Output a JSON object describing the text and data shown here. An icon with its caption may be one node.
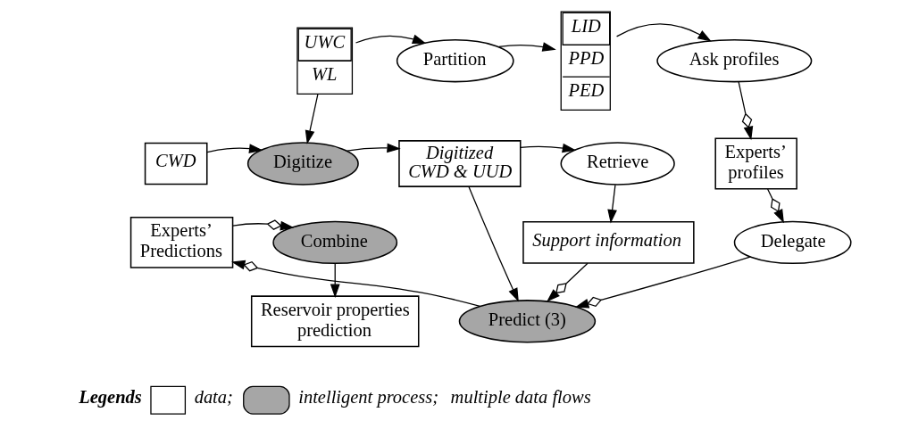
{
  "diagram": {
    "nodes": [
      {
        "text": [
          "UWC",
          "WL"
        ]
      },
      {
        "text": [
          "Partition"
        ]
      },
      {
        "text": [
          "LID",
          "PPD",
          "PED"
        ]
      },
      {
        "text": [
          "Ask profiles"
        ]
      },
      {
        "text": [
          "CWD"
        ]
      },
      {
        "text": [
          "Digitize"
        ]
      },
      {
        "text": [
          "Digitized CWD & UUD"
        ]
      },
      {
        "text": [
          "Retrieve"
        ]
      },
      {
        "text": [
          "Experts’ profiles"
        ]
      },
      {
        "text": [
          "Support information"
        ]
      },
      {
        "text": [
          "Delegate"
        ]
      },
      {
        "text": [
          "Combine"
        ]
      },
      {
        "text": [
          "Experts’ Predictions"
        ]
      },
      {
        "text": [
          "Predict (3)"
        ]
      },
      {
        "text": [
          "Reservoir properties prediction"
        ]
      }
    ],
    "edges": [
      {
        "from": 0,
        "to": 1,
        "arrow": "to"
      },
      {
        "from": 1,
        "to": 2,
        "arrow": "to"
      },
      {
        "from": 2,
        "to": 3,
        "arrow": "to"
      },
      {
        "from": 0,
        "to": 5,
        "arrow": "to"
      },
      {
        "from": 4,
        "to": 5,
        "arrow": "to"
      },
      {
        "from": 5,
        "to": 6,
        "arrow": "to"
      },
      {
        "from": 6,
        "to": 7,
        "arrow": "to"
      },
      {
        "from": 3,
        "to": 8,
        "arrow": "to"
      },
      {
        "from": 7,
        "to": 9,
        "arrow": "to"
      },
      {
        "from": 8,
        "to": 10,
        "arrow": "to"
      },
      {
        "from": 6,
        "to": 13,
        "arrow": "to"
      },
      {
        "from": 9,
        "to": 13,
        "arrow": "to"
      },
      {
        "from": 10,
        "to": 13,
        "arrow": "to"
      },
      {
        "from": 13,
        "to": 12,
        "arrow": "to"
      },
      {
        "from": 12,
        "to": 11,
        "arrow": "to"
      },
      {
        "from": 11,
        "to": 14,
        "arrow": "to"
      }
    ],
    "labels": [
      "Legends"
    ],
    "legend": [
      {
        "text": "data;"
      },
      {
        "text": "intelligent process;"
      },
      {
        "text": "multiple data flows"
      }
    ]
  }
}
